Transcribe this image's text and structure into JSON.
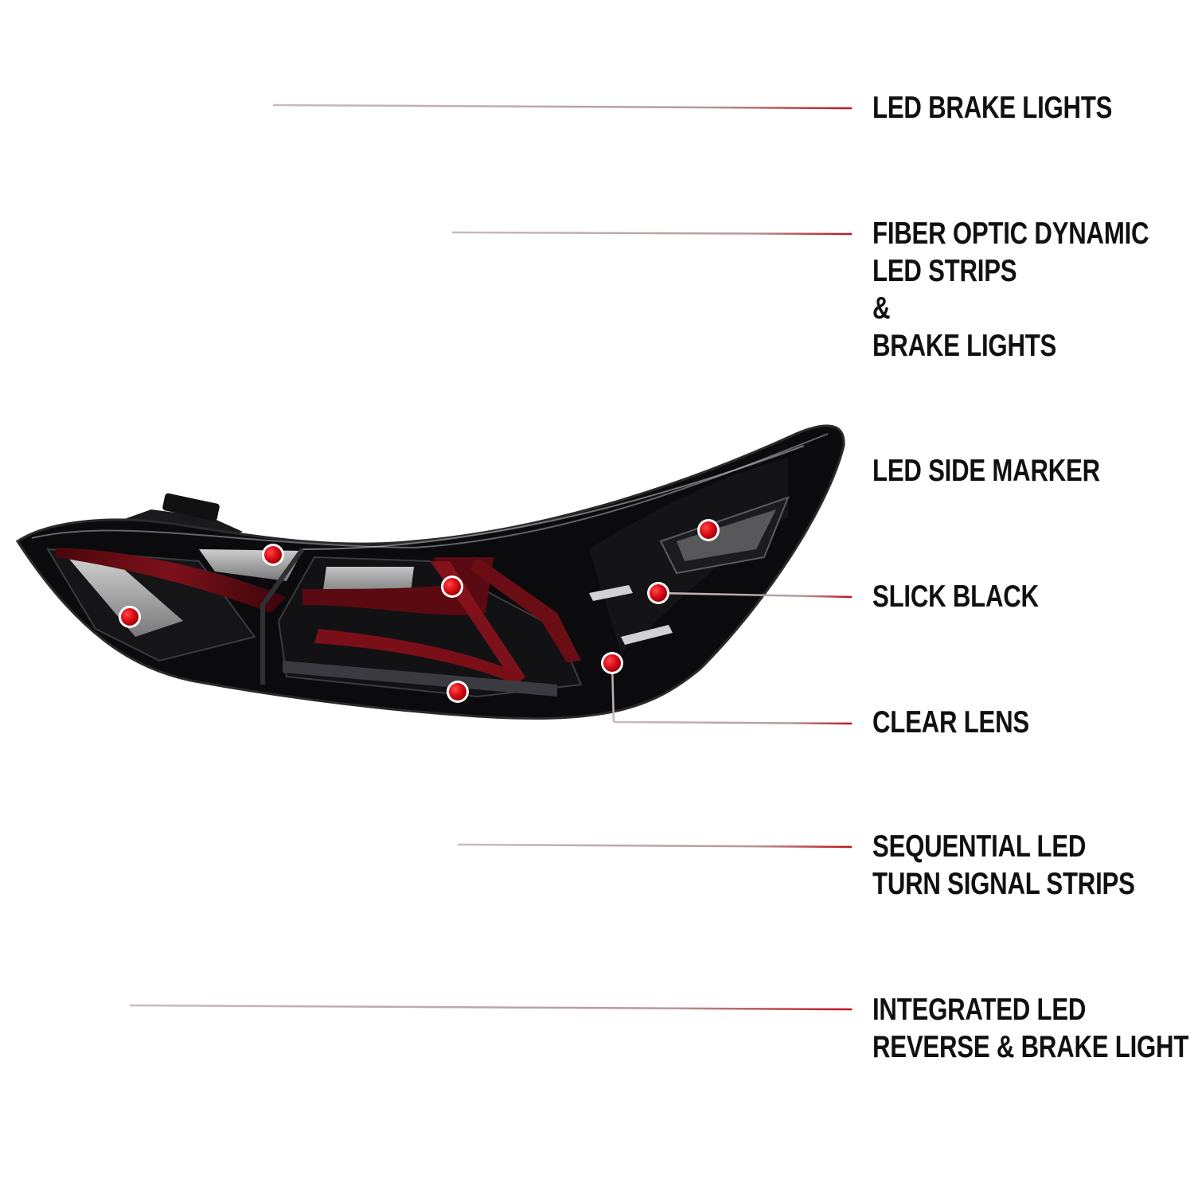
{
  "colors": {
    "leader_line": "#b8aaaa",
    "leader_end": "#c0121a",
    "dot": "#e0101a",
    "dot_ring": "#ffffff",
    "housing": "#0b0b0d",
    "light_bar": "#6a0d14",
    "text": "#111111"
  },
  "callouts": [
    {
      "id": "led-brake-lights",
      "lines": [
        "LED BRAKE LIGHTS"
      ]
    },
    {
      "id": "fiber-optic-strips",
      "lines": [
        "FIBER OPTIC DYNAMIC",
        "LED STRIPS",
        "&",
        "BRAKE LIGHTS"
      ]
    },
    {
      "id": "led-side-marker",
      "lines": [
        "LED SIDE MARKER"
      ]
    },
    {
      "id": "slick-black",
      "lines": [
        "SLICK BLACK"
      ]
    },
    {
      "id": "clear-lens",
      "lines": [
        "CLEAR LENS"
      ]
    },
    {
      "id": "sequential-turn",
      "lines": [
        "SEQUENTIAL LED",
        "TURN SIGNAL STRIPS"
      ]
    },
    {
      "id": "integrated-reverse",
      "lines": [
        "INTEGRATED LED",
        "REVERSE & BRAKE LIGHT"
      ]
    }
  ]
}
